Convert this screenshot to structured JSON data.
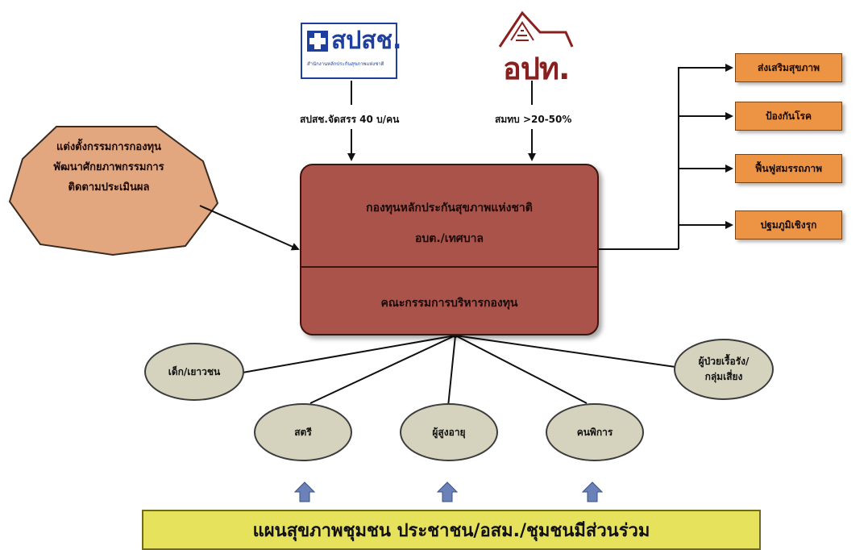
{
  "logos": {
    "nhso_brand": "สปสช.",
    "nhso_subtitle": "สำนักงานหลักประกันสุขภาพแห่งชาติ",
    "obt_brand": "อปท."
  },
  "inputs": {
    "nhso_label": "สปสช.จัดสรร 40 บ/คน",
    "obt_label": "สมทบ >20-50%"
  },
  "center": {
    "title_line1": "กองทุนหลักประกันสุขภาพแห่งชาติ",
    "title_line2": "อบต./เทศบาล",
    "committee": "คณะกรรมการบริหารกองทุน"
  },
  "committee_tasks": {
    "line1": "แต่งตั้งกรรมการกองทุน",
    "line2": "พัฒนาศักยภาพกรรมการ",
    "line3": "ติดตามประเมินผล"
  },
  "outputs": [
    "ส่งเสริมสุขภาพ",
    "ป้องกันโรค",
    "ฟื้นฟูสมรรถภาพ",
    "ปฐมภูมิเชิงรุก"
  ],
  "groups": {
    "youth": "เด็ก/เยาวชน",
    "women": "สตรี",
    "elderly": "ผู้สูงอายุ",
    "disabled": "คนพิการ",
    "chronic_line1": "ผู้ป่วยเรื้อรัง/",
    "chronic_line2": "กลุ่มเสี่ยง"
  },
  "bottom": "แผนสุขภาพชุมชน ประชาชน/อสม./ชุมชนมีส่วนร่วม",
  "colors": {
    "center_box": "#a9534a",
    "output_box": "#ec9443",
    "octagon": "#e2a77f",
    "ellipse": "#d5d2bd",
    "bottom_bar": "#e6e25c",
    "up_arrow": "#6b82b8"
  }
}
